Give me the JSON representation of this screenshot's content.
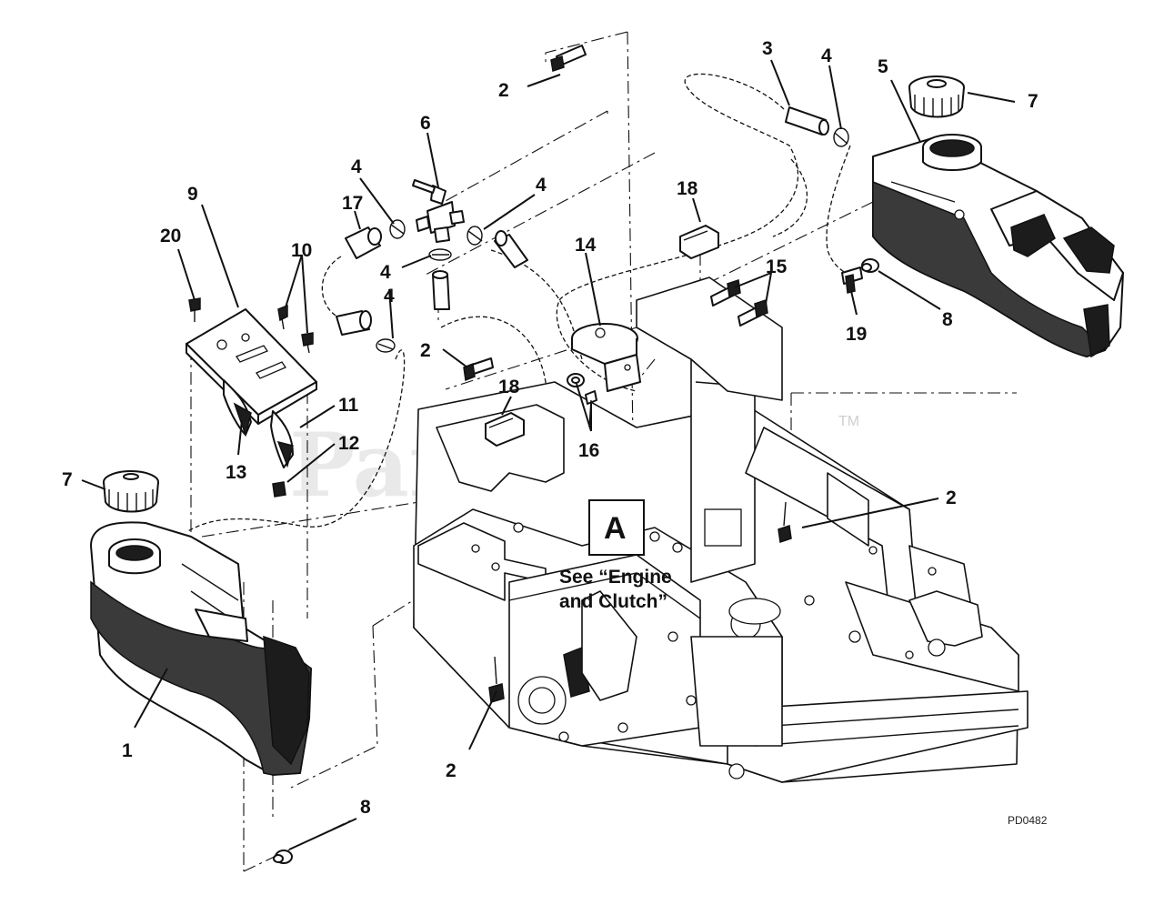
{
  "diagram": {
    "code": "PD0482",
    "watermark": "PartsTree",
    "watermark_mark": "TM",
    "reference_box": {
      "letter": "A",
      "note_line1": "See “Engine",
      "note_line2": "and Clutch”"
    },
    "callouts": {
      "c1": "1",
      "c2a": "2",
      "c2b": "2",
      "c2c": "2",
      "c2d": "2",
      "c3": "3",
      "c4a": "4",
      "c4b": "4",
      "c4c": "4",
      "c4d": "4",
      "c4e": "4",
      "c5": "5",
      "c6": "6",
      "c7a": "7",
      "c7b": "7",
      "c8a": "8",
      "c8b": "8",
      "c9": "9",
      "c10": "10",
      "c11": "11",
      "c12": "12",
      "c13": "13",
      "c14": "14",
      "c15": "15",
      "c16": "16",
      "c17": "17",
      "c18a": "18",
      "c18b": "18",
      "c19": "19",
      "c20": "20"
    }
  }
}
